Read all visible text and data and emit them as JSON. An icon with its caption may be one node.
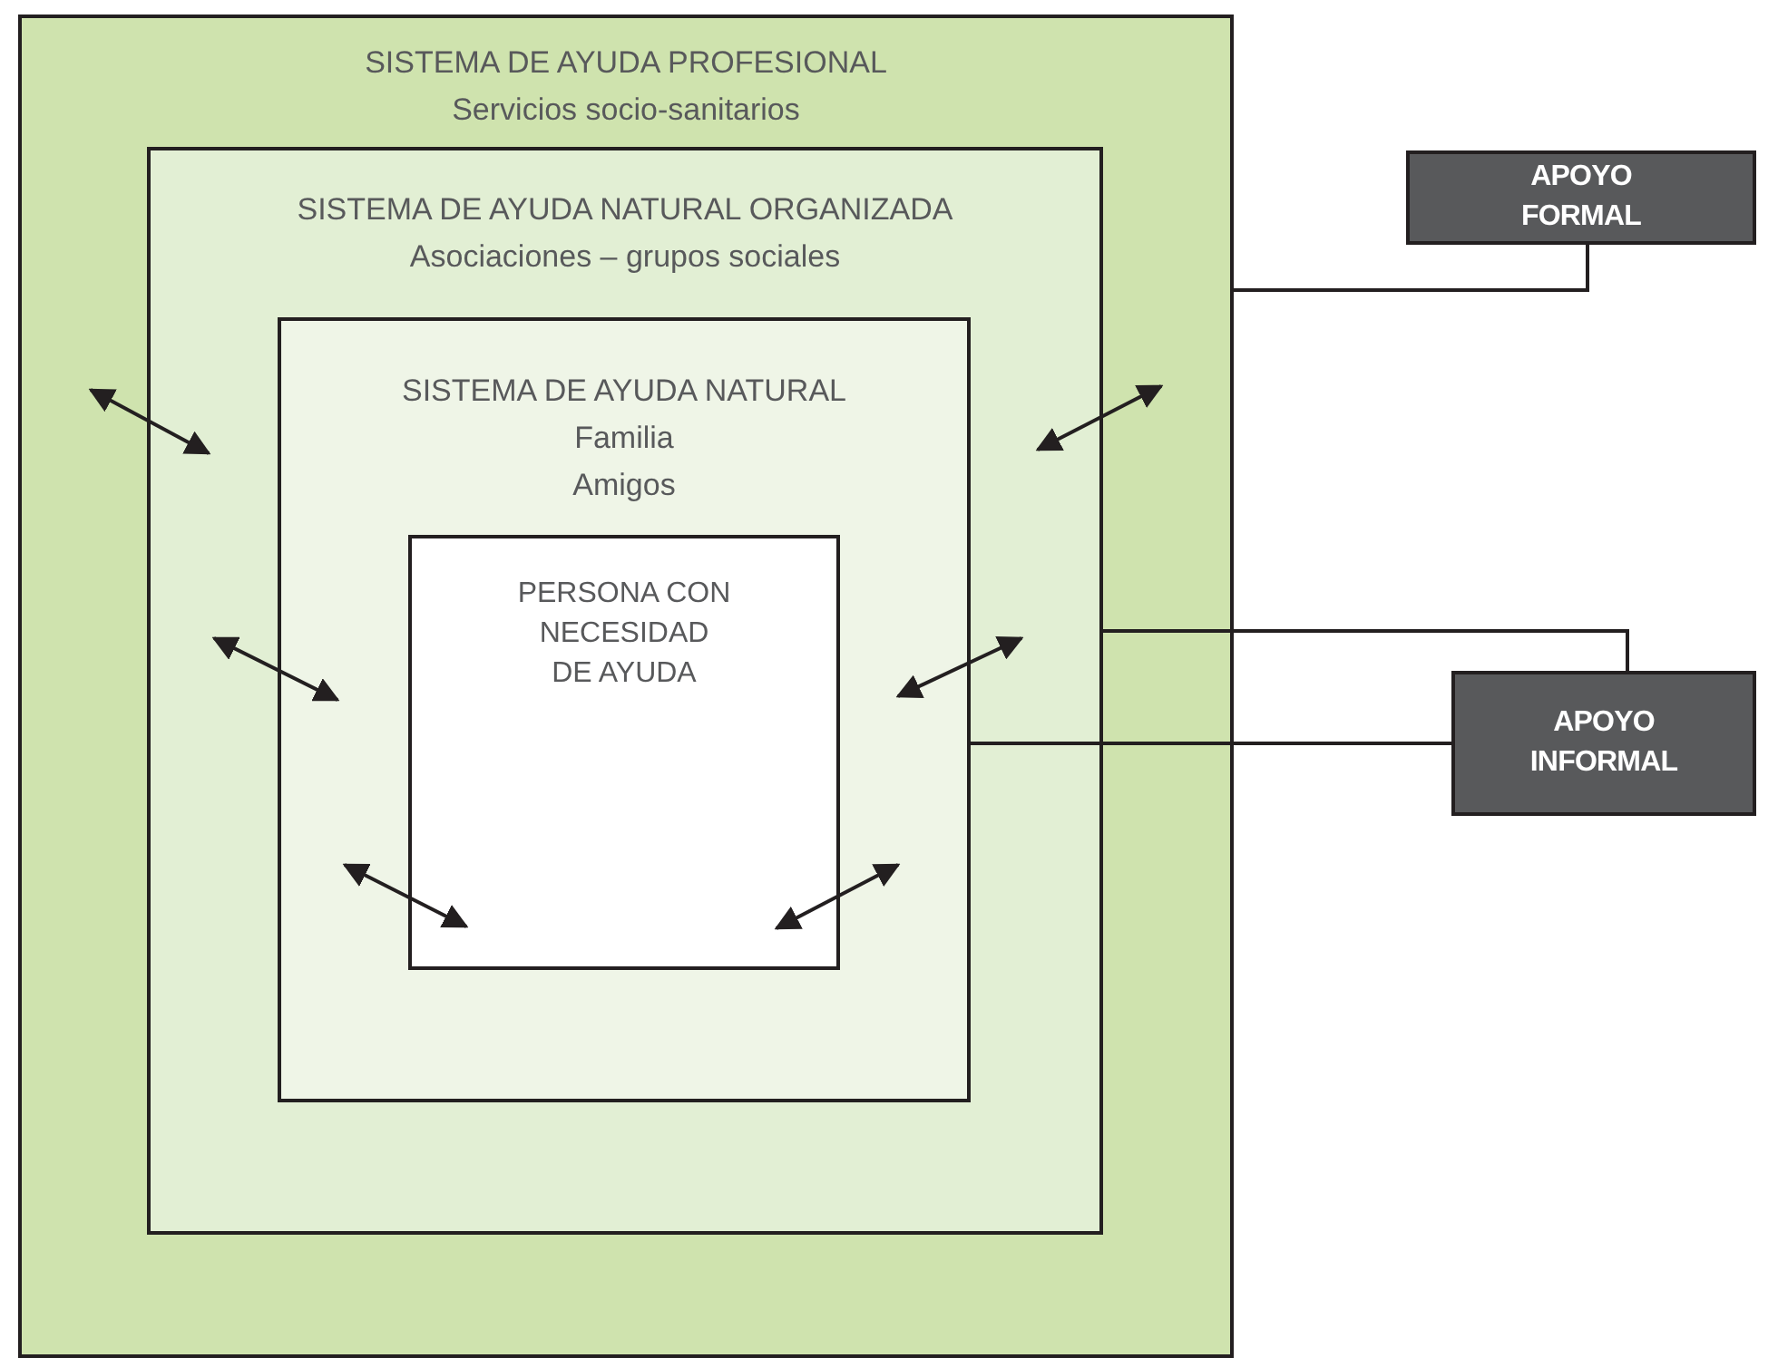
{
  "diagram": {
    "nodes": [
      {
        "text": [
          "SISTEMA DE AYUDA PROFESIONAL",
          "Servicios socio-sanitarios"
        ]
      },
      {
        "text": [
          "SISTEMA DE AYUDA NATURAL ORGANIZADA",
          "Asociaciones – grupos sociales"
        ],
        "in": 0
      },
      {
        "text": [
          "SISTEMA DE AYUDA NATURAL",
          "Familia",
          "Amigos"
        ],
        "in": 1
      },
      {
        "text": [
          "PERSONA CON NECESIDAD DE AYUDA"
        ],
        "in": 2
      },
      {
        "text": [
          "APOYO FORMAL"
        ]
      },
      {
        "text": [
          "APOYO INFORMAL"
        ]
      }
    ],
    "edges": [
      {
        "from": 4,
        "to": 0,
        "arrow": "none"
      },
      {
        "from": 5,
        "to": 1,
        "arrow": "none"
      },
      {
        "from": 5,
        "to": 2,
        "arrow": "none"
      }
    ]
  }
}
